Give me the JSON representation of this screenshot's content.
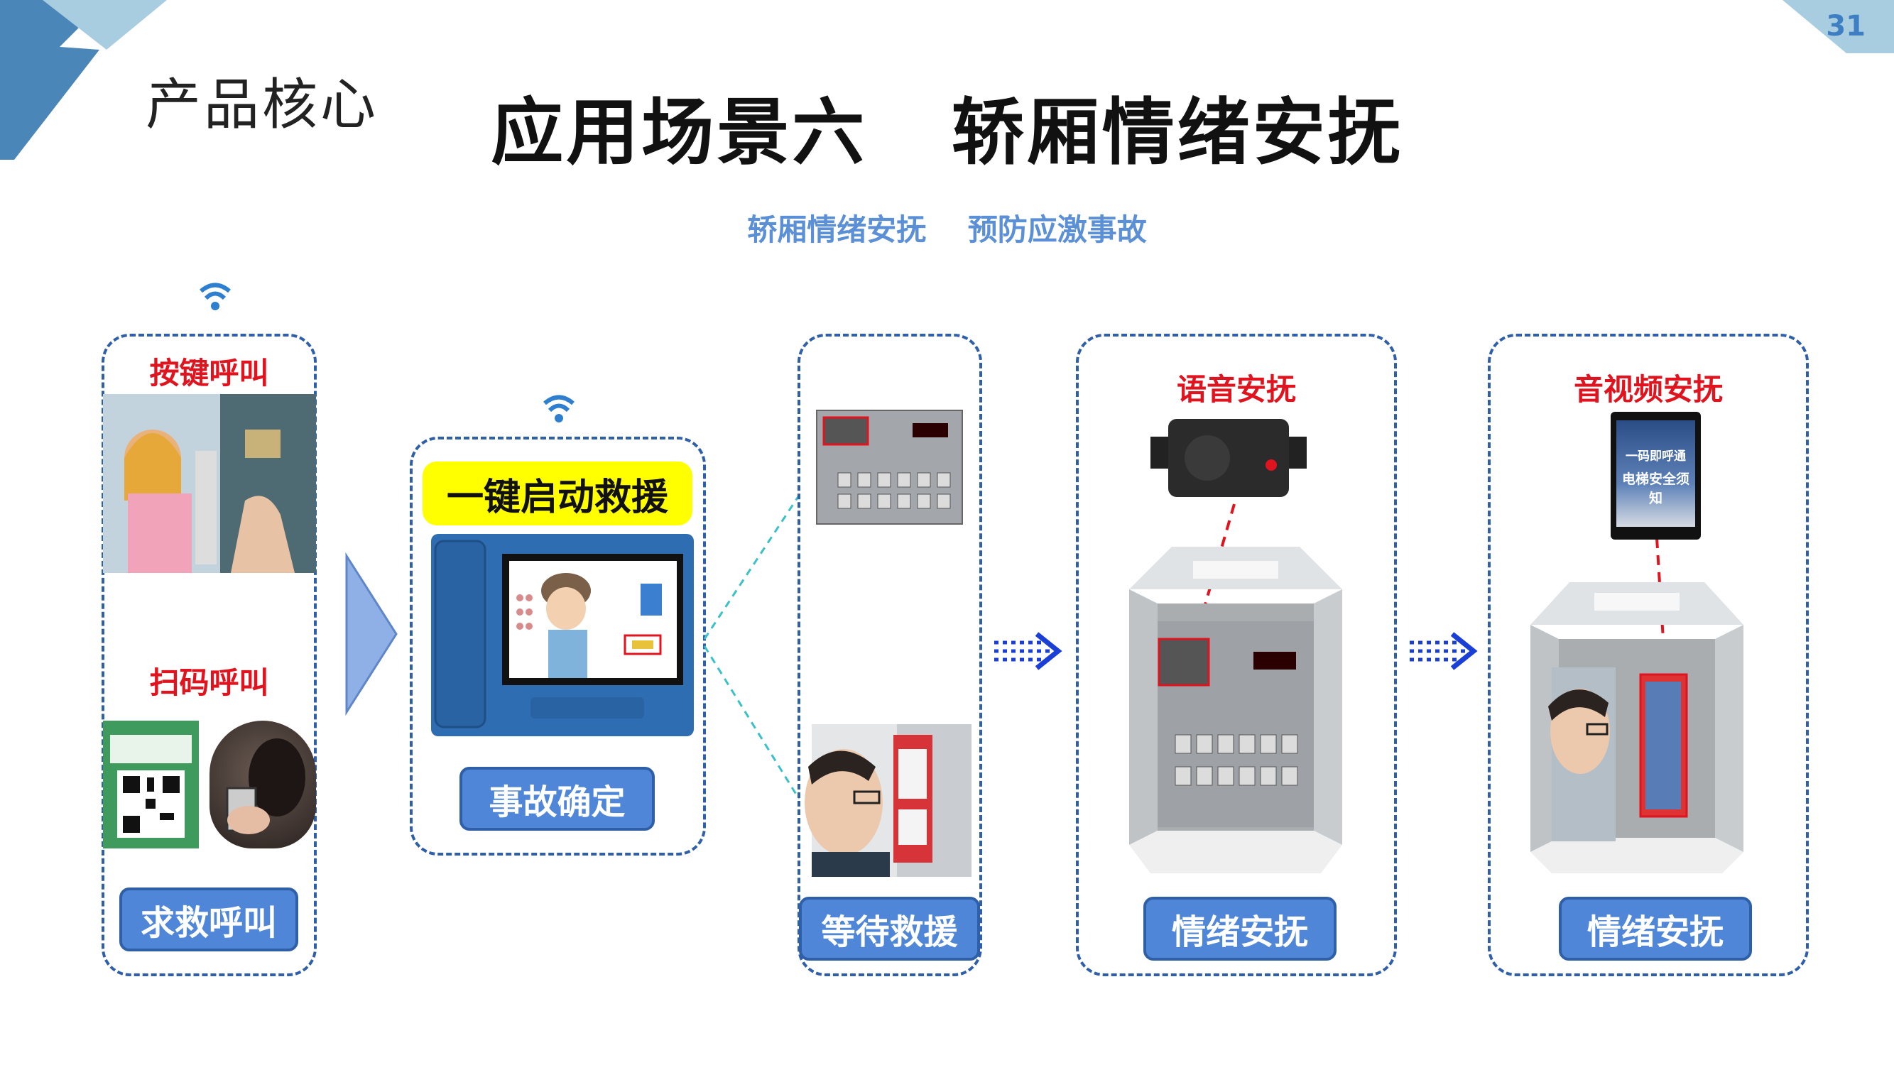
{
  "header": {
    "section": "产品核心",
    "title": "应用场景六   轿厢情绪安抚",
    "subtitle": "轿厢情绪安抚    预防应激事故",
    "page_number": "31"
  },
  "step1": {
    "label_top": "按键呼叫",
    "label_mid": "扫码呼叫",
    "button": "求救呼叫"
  },
  "step2": {
    "banner": "一键启动救援",
    "button": "事故确定"
  },
  "step3": {
    "button": "等待救援"
  },
  "step4": {
    "label": "语音安抚",
    "button": "情绪安抚"
  },
  "step5": {
    "label": "音视频安抚",
    "button": "情绪安抚",
    "screen_text": [
      "一码即呼通",
      "电梯安全须知"
    ]
  },
  "colors": {
    "accent": "#4f86d8",
    "border": "#2e5fa8",
    "alert": "#e0141e",
    "highlight": "#ffff00",
    "arrow": "#1a3fd6"
  }
}
